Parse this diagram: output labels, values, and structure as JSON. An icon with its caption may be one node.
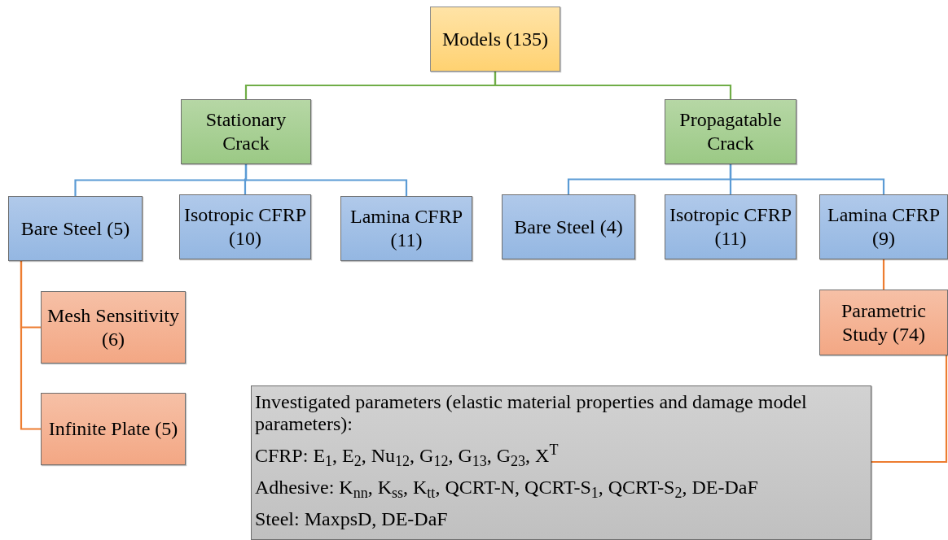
{
  "diagram": {
    "nodes": [
      {
        "text": [
          "Models (135)"
        ]
      },
      {
        "text": [
          "Stationary Crack"
        ]
      },
      {
        "text": [
          "Propagatable Crack"
        ]
      },
      {
        "text": [
          "Bare Steel (5)"
        ]
      },
      {
        "text": [
          "Isotropic CFRP (10)"
        ]
      },
      {
        "text": [
          "Lamina CFRP (11)"
        ]
      },
      {
        "text": [
          "Bare Steel (4)"
        ]
      },
      {
        "text": [
          "Isotropic CFRP (11)"
        ]
      },
      {
        "text": [
          "Lamina CFRP (9)"
        ]
      },
      {
        "text": [
          "Mesh Sensitivity (6)"
        ]
      },
      {
        "text": [
          "Infinite Plate (5)"
        ]
      },
      {
        "text": [
          "Parametric Study (74)"
        ]
      },
      {
        "text": [
          "Investigated parameters (elastic material properties and damage model parameters):",
          "CFRP: E$_{1}$, E$_{2}$, Nu$_{12}$, G$_{12}$, G$_{13}$, G$_{23}$, X$^{T}$",
          "Adhesive: K$_{nn}$, K$_{ss}$, K$_{tt}$, QCRT-N, QCRT-S$_{1}$, QCRT-S$_{2}$, DE-DaF",
          "Steel: MaxpsD, DE-DaF"
        ]
      }
    ],
    "edges": [
      {
        "from": 0,
        "to": 1,
        "arrow": "none",
        "color": "#70ad47"
      },
      {
        "from": 0,
        "to": 2,
        "arrow": "none",
        "color": "#70ad47"
      },
      {
        "from": 1,
        "to": 3,
        "arrow": "none"
      },
      {
        "from": 1,
        "to": 4,
        "arrow": "none"
      },
      {
        "from": 1,
        "to": 5,
        "arrow": "none"
      },
      {
        "from": 2,
        "to": 6,
        "arrow": "none"
      },
      {
        "from": 2,
        "to": 7,
        "arrow": "none"
      },
      {
        "from": 2,
        "to": 8,
        "arrow": "none"
      },
      {
        "from": 3,
        "to": 9,
        "arrow": "none",
        "color": "#ed7d31"
      },
      {
        "from": 3,
        "to": 10,
        "arrow": "none",
        "color": "#ed7d31"
      },
      {
        "from": 8,
        "to": 11,
        "arrow": "none",
        "color": "#ed7d31"
      },
      {
        "from": 11,
        "to": 12,
        "arrow": "none",
        "color": "#ed7d31"
      }
    ]
  }
}
